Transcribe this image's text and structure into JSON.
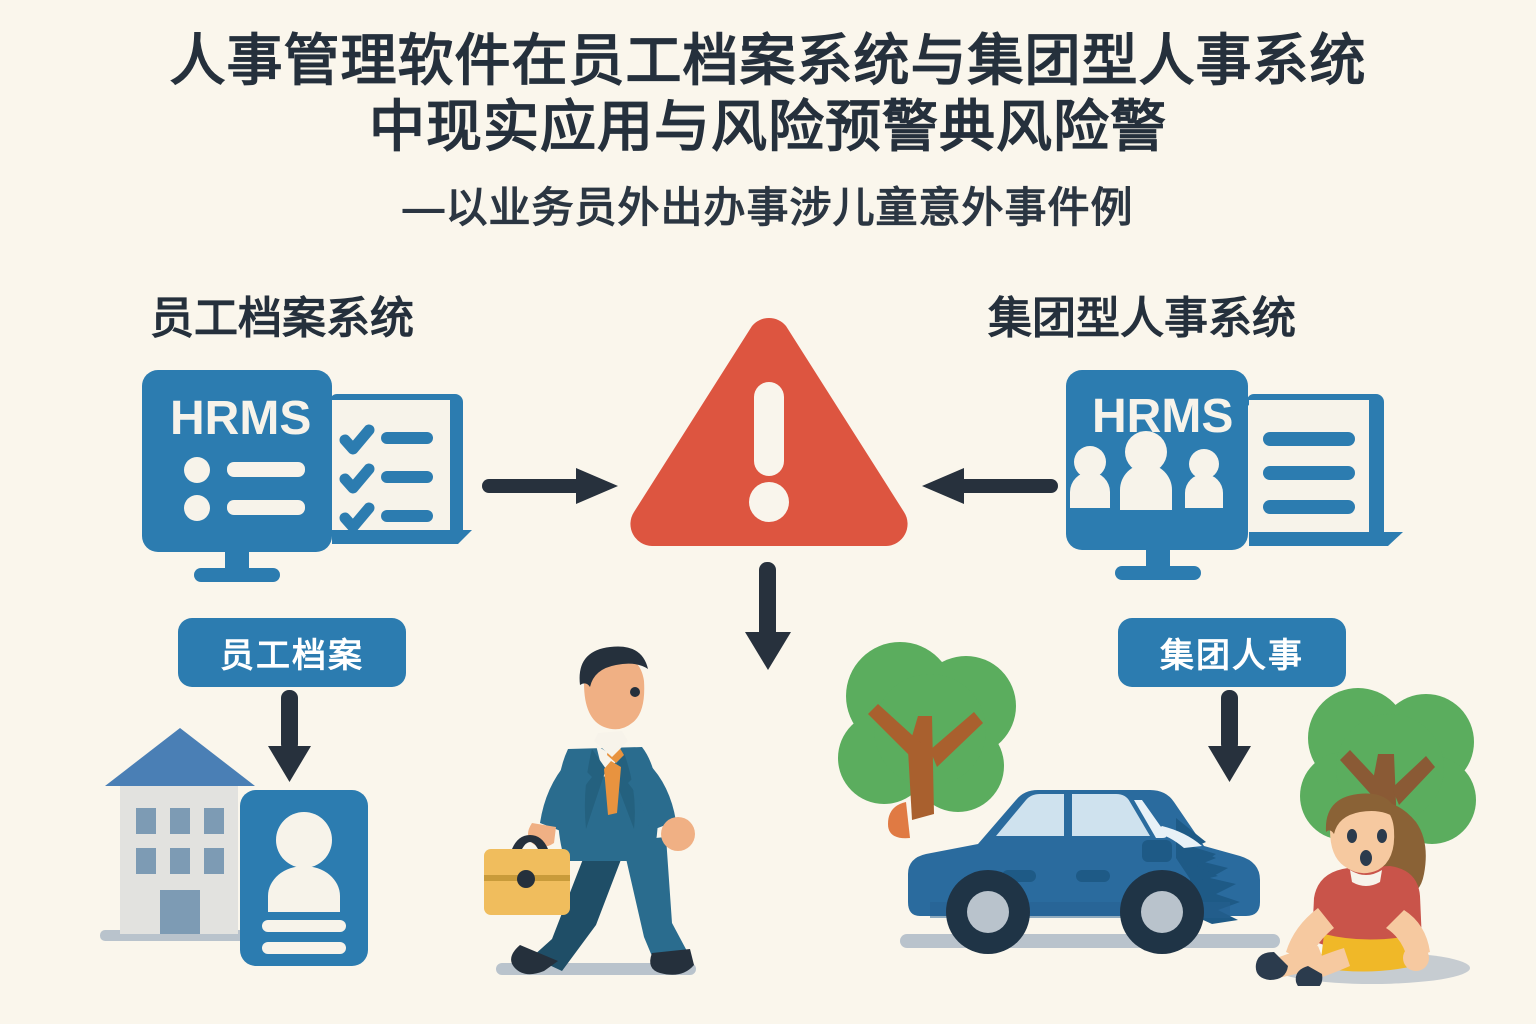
{
  "meta": {
    "background_color": "#faf6ec",
    "ink_color": "#25303c",
    "brand_blue": "#2c7cb0",
    "warning_red": "#dd5540",
    "tree_green": "#5bad5e",
    "accent_orange": "#e8933f"
  },
  "title": {
    "line1": "人事管理软件在员工档案系统与集团型人事系统",
    "line2": "中现实应用与风险预警典风险警",
    "subtitle": "—以业务员外出办事涉儿童意外事件例"
  },
  "sections": {
    "left": {
      "heading": "员工档案系统",
      "monitor_label": "HRMS",
      "badge": "员工档案"
    },
    "right": {
      "heading": "集团型人事系统",
      "monitor_label": "HRMS",
      "badge": "集团人事"
    }
  },
  "center": {
    "icon": "warning-triangle",
    "symbol": "!"
  },
  "arrows": {
    "left_to_center": "arrow-right",
    "right_to_center": "arrow-left",
    "center_down": "arrow-down",
    "left_badge_down": "arrow-down",
    "right_badge_down": "arrow-down"
  },
  "scenes": {
    "left_bottom": [
      "office-building-icon",
      "employee-id-card-icon"
    ],
    "center_bottom": [
      "businessman-walking-with-briefcase"
    ],
    "right_bottom": [
      "tree",
      "blue-car-crashed",
      "tree",
      "child-sitting-injured"
    ]
  }
}
